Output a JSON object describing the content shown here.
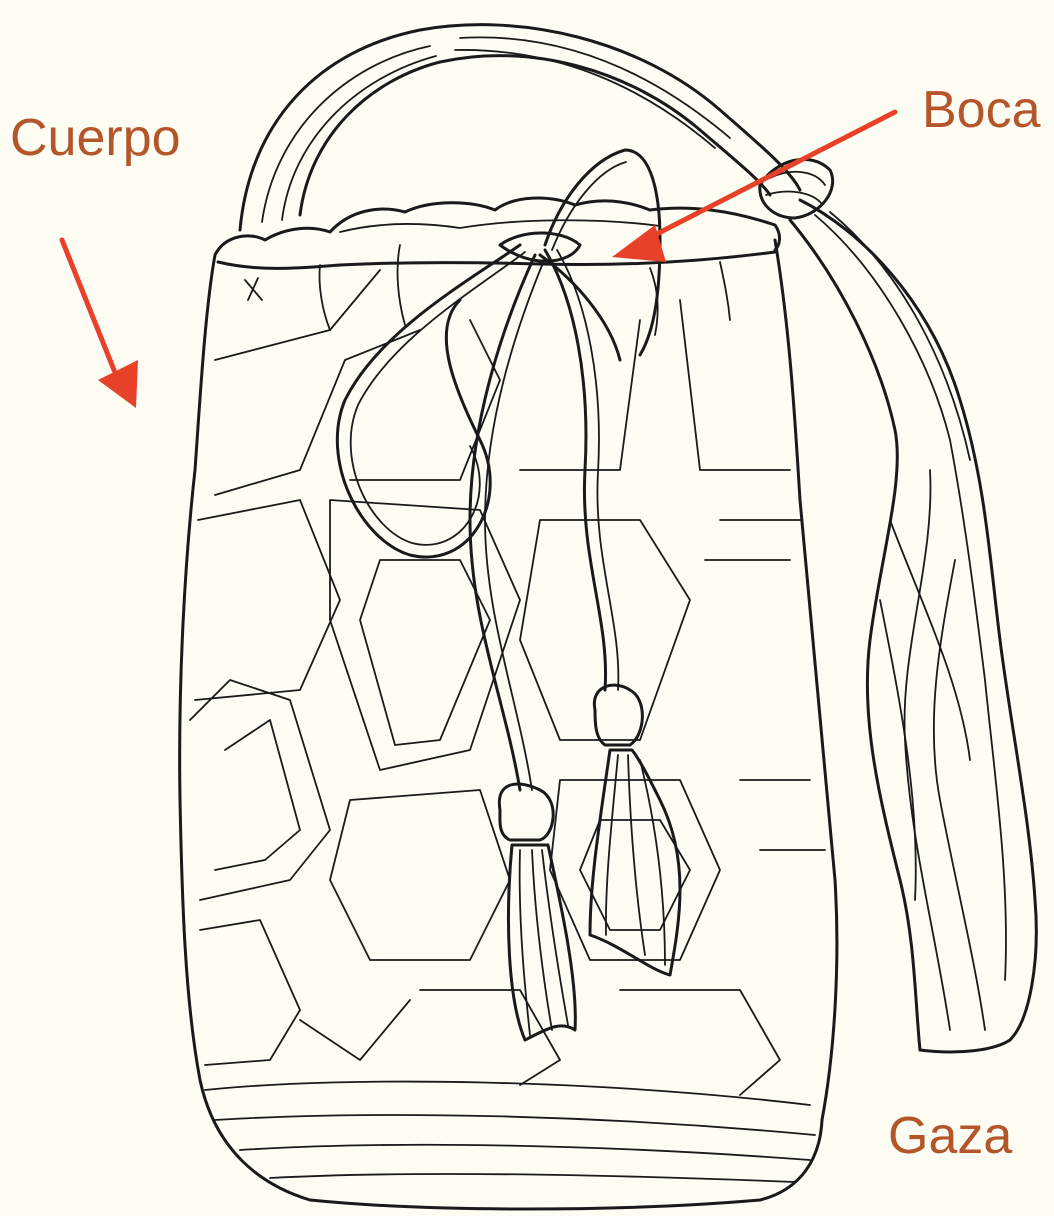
{
  "labels": {
    "body": "Cuerpo",
    "mouth": "Boca",
    "strap": "Gaza"
  },
  "colors": {
    "background": "#fdfdf3",
    "ink": "#1a1a1a",
    "label": "#b5562a",
    "arrow": "#e8412a"
  }
}
